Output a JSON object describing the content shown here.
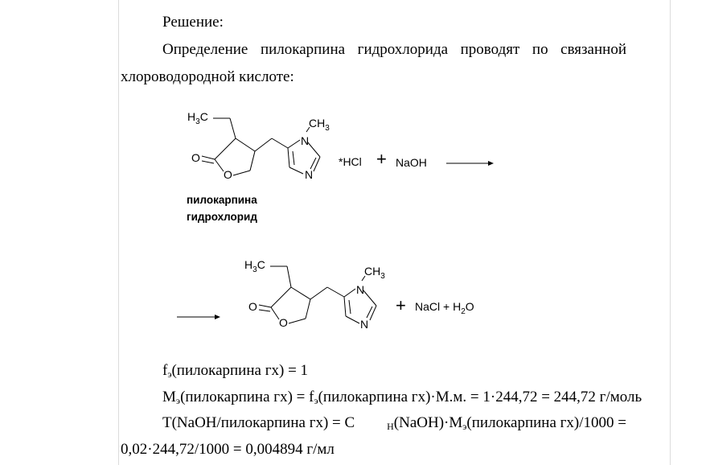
{
  "text": {
    "solution_heading": "Решение:",
    "intro_line1": "Определение пилокарпина гидрохлорида проводят по связанной",
    "intro_line2": "хлороводородной кислоте:",
    "caption_line1": "пилокарпина",
    "caption_line2": "гидрохлорид"
  },
  "reaction": {
    "reactant": {
      "ethyl_H": "H",
      "ethyl_sub": "3",
      "ethyl_C": "C",
      "methyl_C": "CH",
      "methyl_sub": "3",
      "N_top": "N",
      "N_bottom": "N",
      "O_carbonyl": "O",
      "O_ring": "O",
      "salt": "*HCl",
      "plus": "+",
      "reagent": "NaOH"
    },
    "product": {
      "ethyl_H": "H",
      "ethyl_sub": "3",
      "ethyl_C": "C",
      "methyl_C": "CH",
      "methyl_sub": "3",
      "N_top": "N",
      "N_bottom": "N",
      "O_carbonyl": "O",
      "O_ring": "O",
      "plus": "+",
      "byproducts_main": "NaCl + H",
      "byproducts_sub": "2",
      "byproducts_end": "O"
    }
  },
  "formulas": {
    "line1_a": "f",
    "line1_sub": "э",
    "line1_b": "(пилокарпина гх) = 1",
    "line2_a": "M",
    "line2_sub": "э",
    "line2_b": "(пилокарпина гх) = f",
    "line2_sub2": "э",
    "line2_c": "(пилокарпина гх)·М.м. = 1·244,72 = 244,72 г/моль",
    "line3_a": "T(NaOH/пилокарпина гх) = C",
    "line3_sub": "H",
    "line3_b": "(NaOH)·M",
    "line3_sub2": "э",
    "line3_c": "(пилокарпина гх)/1000 =",
    "line4": "0,02·244,72/1000 = 0,004894 г/мл"
  }
}
